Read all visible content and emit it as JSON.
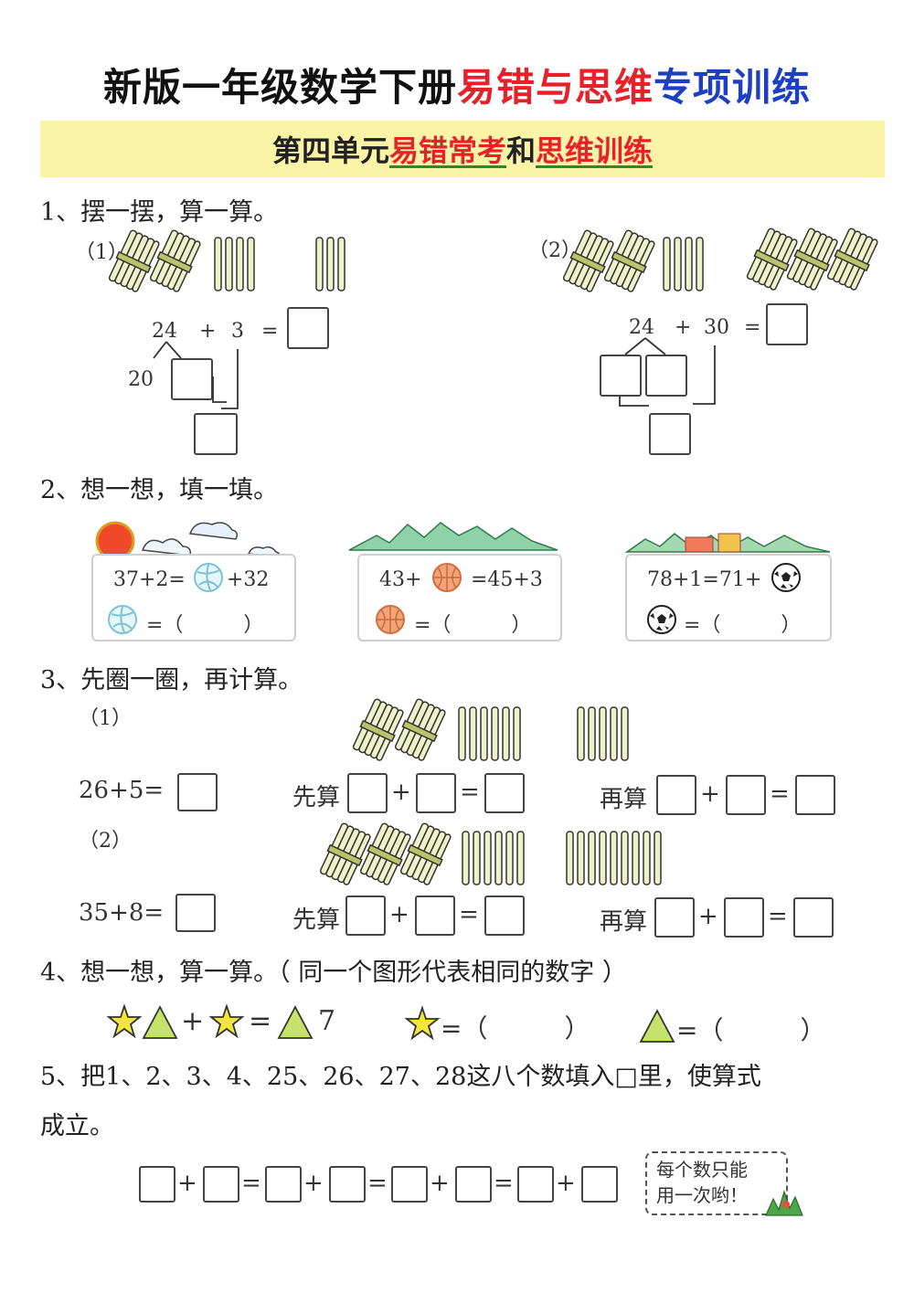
{
  "title": {
    "part1": "新版一年级数学下册",
    "part2": "易错与思维",
    "part3": "专项训练"
  },
  "banner": {
    "part1": "第四单元",
    "part2": "易错常考",
    "part3": "和",
    "part4": "思维训练"
  },
  "q1": {
    "heading": "1、摆一摆，算一算。",
    "p1": {
      "label": "（1）",
      "a": "24",
      "plus": "+",
      "b": "3",
      "eq": "=",
      "split": "20"
    },
    "p2": {
      "label": "（2）",
      "a": "24",
      "plus": "+",
      "b": "30",
      "eq": "="
    }
  },
  "q2": {
    "heading": "2、想一想，填一填。",
    "cards": [
      {
        "line1a": "37+2=",
        "line1b": "+32",
        "line2": "=（　　　）"
      },
      {
        "line1a": "43+",
        "line1b": "=45+3",
        "line2": "=（　　　）"
      },
      {
        "line1a": "78+1=71+",
        "line1b": "",
        "line2": "=（　　　）"
      }
    ]
  },
  "q3": {
    "heading": "3、先圈一圈，再计算。",
    "p1": {
      "label": "（1）",
      "expr": "26+5=",
      "first": "先算",
      "then": "再算",
      "plus": "+",
      "eq": "="
    },
    "p2": {
      "label": "（2）",
      "expr": "35+8=",
      "first": "先算",
      "then": "再算",
      "plus": "+",
      "eq": "="
    }
  },
  "q4": {
    "heading": "4、想一想，算一算。（ 同一个图形代表相同的数字 ）",
    "plus": "+",
    "eq": "=",
    "seven": "7",
    "star_ans": "=（　　　）",
    "tri_ans": "=（　　　）"
  },
  "q5": {
    "heading_line1": "5、把1、2、3、4、25、26、27、28这八个数填入□里，使算式",
    "heading_line2": "成立。",
    "plus": "+",
    "eq": "=",
    "hint_line1": "每个数只能",
    "hint_line2": "用一次哟！"
  },
  "colors": {
    "red": "#e8202a",
    "blue": "#1d3fc4",
    "banner": "#fbf3a6",
    "stick": "#b9c46a"
  },
  "icons": [
    "stick-bundle-icon",
    "single-stick-icon",
    "sun-icon",
    "cloud-icon",
    "volleyball-icon",
    "basketball-icon",
    "soccer-ball-icon",
    "mountain-icon",
    "star-icon",
    "triangle-icon",
    "grass-icon"
  ]
}
